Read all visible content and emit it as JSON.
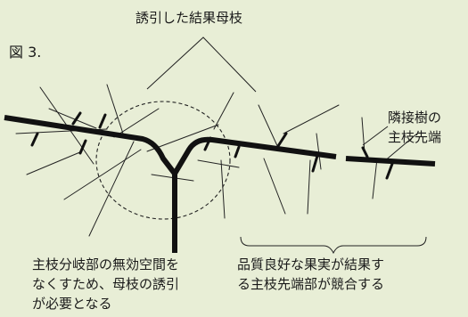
{
  "figure": {
    "number": "図 3.",
    "labels": {
      "induced_branch": "誘引した結果母枝",
      "neighbor_tip": [
        "隣接樹の",
        "主枝先端"
      ],
      "invalid_space": [
        "主枝分岐部の無効空間を",
        "なくすため、母枝の誘引",
        "が必要となる"
      ],
      "competition": [
        "品質良好な果実が結果す",
        "る主枝先端部が競合する"
      ]
    },
    "colors": {
      "background": "#e8eed6",
      "branch": "#111111",
      "twig": "#222222"
    }
  }
}
